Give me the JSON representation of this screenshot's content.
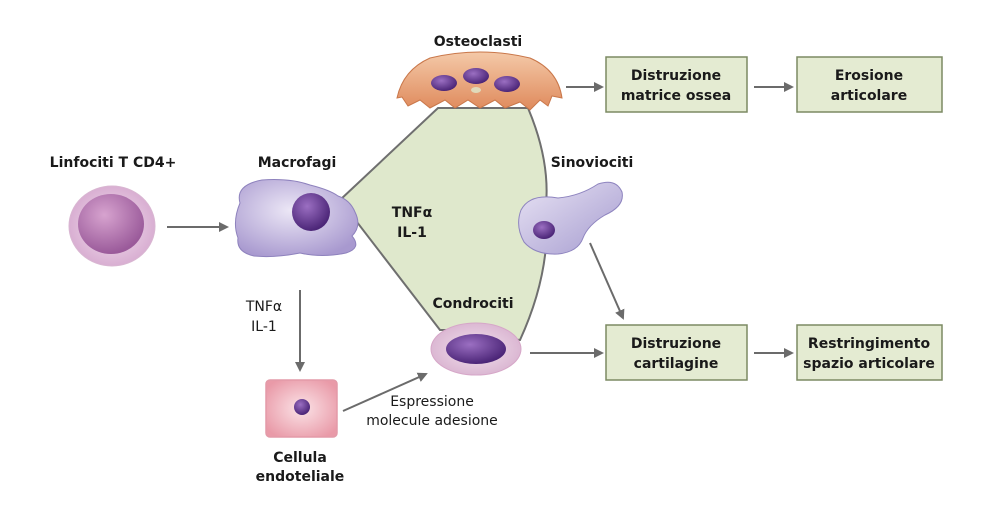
{
  "cells": {
    "linfociti": "Linfociti T CD4+",
    "macrofagi": "Macrofagi",
    "osteoclasti": "Osteoclasti",
    "sinoviociti": "Sinoviociti",
    "condrociti": "Condrociti",
    "endoteliale_1": "Cellula",
    "endoteliale_2": "endoteliale"
  },
  "cytokines": {
    "center_1": "TNFα",
    "center_2": "IL-1",
    "side_1": "TNFα",
    "side_2": "IL-1"
  },
  "annotation": {
    "line_1": "Espressione",
    "line_2": "molecule adesione"
  },
  "boxes": {
    "distruzione_matrice_1": "Distruzione",
    "distruzione_matrice_2": "matrice ossea",
    "erosione_1": "Erosione",
    "erosione_2": "articolare",
    "distruzione_cartilagine_1": "Distruzione",
    "distruzione_cartilagine_2": "cartilagine",
    "restringimento_1": "Restringimento",
    "restringimento_2": "spazio articolare"
  },
  "colors": {
    "center_fill": "#dfe8cc",
    "box_fill": "#e4ebd2",
    "arrow": "#6b6b6b",
    "osteoclast": "#e9a57b",
    "nucleus_purple": "#6a3d92",
    "macrophage": "#c7bbe0",
    "lymphocyte": "#c98fc0",
    "endothelial": "#f1b7c1"
  }
}
